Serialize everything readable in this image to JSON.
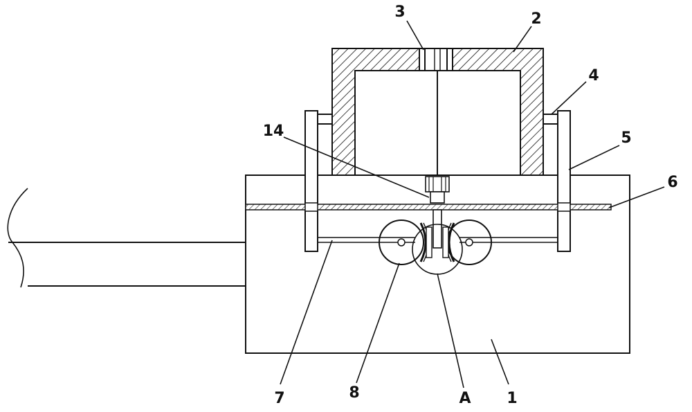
{
  "colors": {
    "line": "#111111",
    "background": "#ffffff"
  },
  "labels": {
    "l1": "1",
    "l2": "2",
    "l3": "3",
    "l4": "4",
    "l5": "5",
    "l6": "6",
    "l7": "7",
    "l8": "8",
    "l14": "14",
    "lA": "A"
  }
}
